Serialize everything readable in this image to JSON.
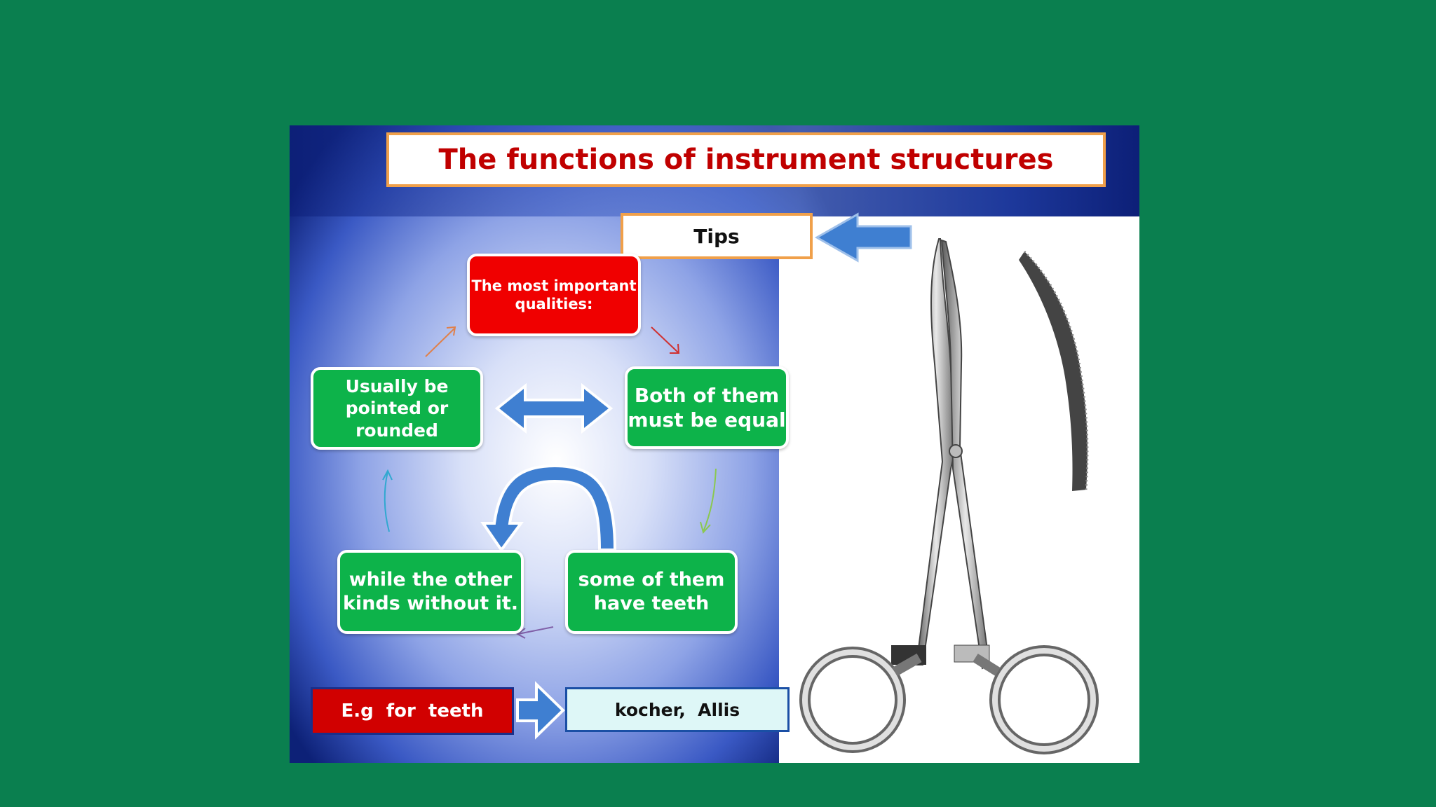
{
  "slide": {
    "title": "The functions of instrument structures",
    "tips_label": "Tips",
    "center_node": "The most important qualities:",
    "nodes": {
      "rounded": "Usually be pointed or rounded",
      "equal": "Both of them must be equal",
      "teeth": "some of them have teeth",
      "without": "while the other kinds without it."
    },
    "example_label": "E.g  for  teeth",
    "example_value": "kocher,  Allis"
  },
  "colors": {
    "background": "#0a7f4f",
    "title_text": "#c00000",
    "node_green": "#0db34a",
    "node_red": "#f00000",
    "arrow_blue": "#3f7fd1",
    "box_border": "#f0a04a"
  },
  "icons": {
    "arrows": [
      "left-arrow-icon",
      "double-arrow-icon",
      "curved-arrow-icon",
      "right-arrow-icon"
    ],
    "image": "hemostat-forceps-illustration"
  }
}
